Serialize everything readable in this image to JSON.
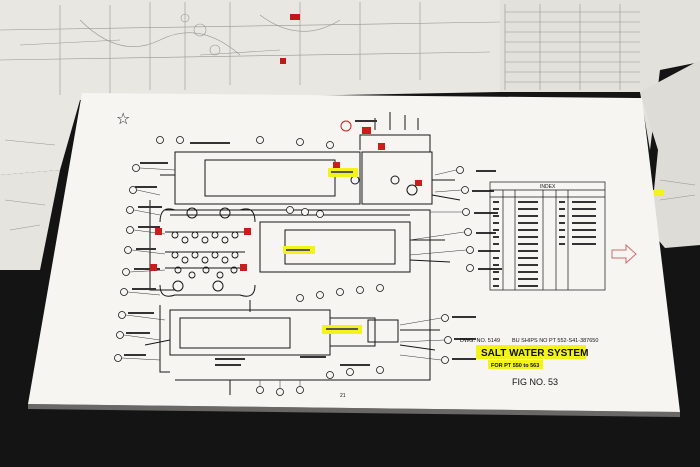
{
  "photo": {
    "subject": "photograph of printed engineering drawing sheets laid on a dark table"
  },
  "drawing": {
    "title": "SALT WATER SYSTEM",
    "subtitle": "FOR PT 550 to 563",
    "figure": "FIG NO. 53",
    "dwg_no": "DWG. NO. 5149",
    "bu_ships_no": "BU SHIPS NO PT 552-S41-387650",
    "page_number": "21",
    "index_title": "INDEX"
  },
  "colors": {
    "paper": "#f6f5f2",
    "background": "#141414",
    "highlight": "#f3f21a",
    "valve_red": "#cc1d1d",
    "ink": "#161616"
  }
}
